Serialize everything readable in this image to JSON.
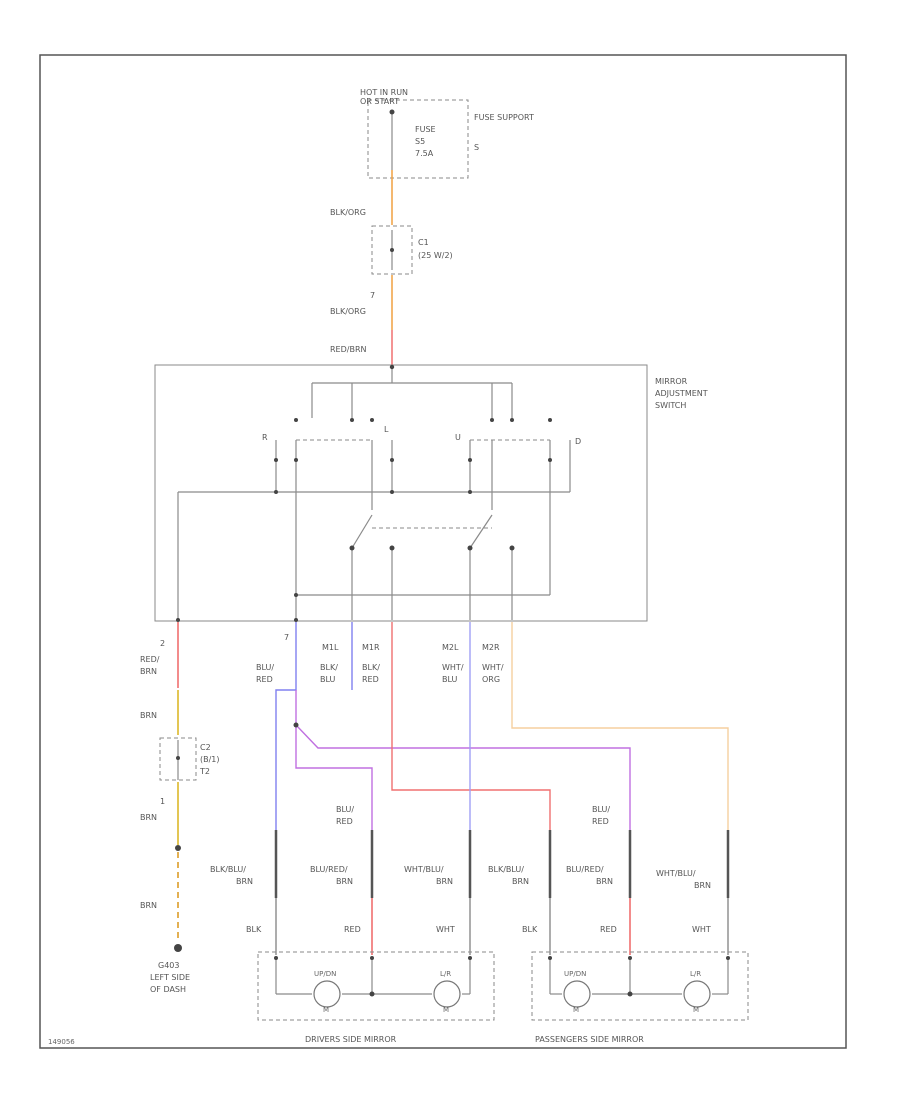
{
  "colors": {
    "orange": "#f0a040",
    "red": "#f07070",
    "violet": "#c070e0",
    "blue": "#8080f0",
    "lightorange": "#f5cf9f",
    "yellow": "#e0c040"
  },
  "labels": {
    "hot_in_run": "HOT IN RUN",
    "or_start": "OR START",
    "fuse_name": "FUSE",
    "fuse_num": "S5",
    "fuse_amps": "7.5A",
    "fuse_support": "FUSE SUPPORT",
    "fuse_support_letter": "S",
    "wire_top1": "BLK/ORG",
    "conn_top": "C1",
    "conn_top_pins": "(25 W/2)",
    "pin7": "7",
    "wire_top2": "BLK/ORG",
    "wire_top3": "RED/BRN",
    "switch_l1": "MIRROR",
    "switch_l2": "ADJUSTMENT",
    "switch_l3": "SWITCH",
    "sw_letter_r": "R",
    "sw_letter_l": "L",
    "sw_letter_up": "U",
    "sw_letter_dn": "D",
    "pin_left": "2",
    "wire_left_a": "RED/",
    "wire_left_b": "BRN",
    "wire_brn": "BRN",
    "conn_left": "C2",
    "conn_left_pins": "(B/1)",
    "conn_left_pins2": "T2",
    "pin_left2": "1",
    "wire_brn2": "BRN",
    "wire_brn3": "BRN",
    "ground_l1": "G403",
    "ground_l2": "LEFT SIDE",
    "ground_l3": "OF DASH",
    "pin_blu": "7",
    "wire_blu_red_a": "BLU/",
    "wire_blu_red_b": "RED",
    "tag_m1": "M1L",
    "tag_m2": "M1R",
    "tag_m3": "M2L",
    "tag_m4": "M2R",
    "w_blu_blu_a": "BLK/",
    "w_blu_blu_b": "BLU",
    "w_blk_red_a": "BLK/",
    "w_blk_red_b": "RED",
    "w_wht_blu_a": "WHT/",
    "w_wht_blu_b": "BLU",
    "w_wht_org_a": "WHT/",
    "w_wht_org_b": "ORG",
    "w_blu_red_mid_a": "BLU/",
    "w_blu_red_mid_b": "RED",
    "w_blu_red_r_a": "BLU/",
    "w_blu_red_r_b": "RED",
    "d1_a": "BLK/BLU/",
    "d1_b": "BRN",
    "d2_a": "BLU/RED/",
    "d2_b": "BRN",
    "d3_a": "WHT/BLU/",
    "d3_b": "BRN",
    "p1_a": "BLK/BLU/",
    "p1_b": "BRN",
    "p2_a": "BLU/RED/",
    "p2_b": "BRN",
    "p3_a": "WHT/BLU/",
    "p3_b": "BRN",
    "blk1": "BLK",
    "red1": "RED",
    "wht1": "WHT",
    "blk2": "BLK",
    "red2": "RED",
    "wht2": "WHT",
    "motor_updn": "UP/DN",
    "motor_lr": "L/R",
    "motor_m": "M",
    "mirror_driver": "DRIVERS SIDE MIRROR",
    "mirror_pass": "PASSENGERS SIDE MIRROR",
    "corner_id": "149056"
  }
}
